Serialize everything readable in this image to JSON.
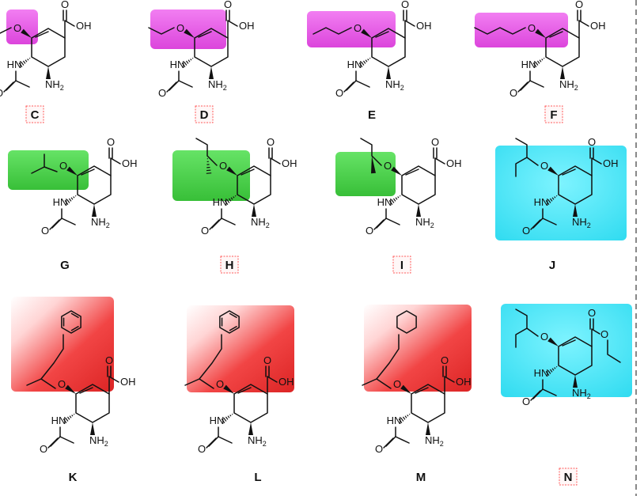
{
  "compounds": [
    {
      "label": "C",
      "boxed": true,
      "highlight": "magenta",
      "chain": "methoxy"
    },
    {
      "label": "D",
      "boxed": true,
      "highlight": "magenta",
      "chain": "ethoxy"
    },
    {
      "label": "E",
      "boxed": false,
      "highlight": "magenta",
      "chain": "propoxy"
    },
    {
      "label": "F",
      "boxed": true,
      "highlight": "magenta",
      "chain": "butoxy"
    },
    {
      "label": "G",
      "boxed": false,
      "highlight": "green",
      "chain": "isobutoxy"
    },
    {
      "label": "H",
      "boxed": true,
      "highlight": "green",
      "chain": "sec-butoxy-hashed"
    },
    {
      "label": "I",
      "boxed": true,
      "highlight": "green",
      "chain": "sec-butoxy-wedged"
    },
    {
      "label": "J",
      "boxed": false,
      "highlight": "cyan",
      "chain": "pentan-3-yloxy"
    },
    {
      "label": "K",
      "boxed": false,
      "highlight": "red",
      "chain": "phenylpropyl-propoxy"
    },
    {
      "label": "L",
      "boxed": false,
      "highlight": "red",
      "chain": "phenylpropyl-propoxy"
    },
    {
      "label": "M",
      "boxed": false,
      "highlight": "red",
      "chain": "cyclohexylpropyl-propoxy"
    },
    {
      "label": "N",
      "boxed": true,
      "highlight": "cyan",
      "chain": "pentan-3-yloxy-ethyl-ester"
    }
  ],
  "atoms": {
    "oxygen": "O",
    "hydroxyl": "OH",
    "amide_nh": "HN",
    "amine_n": "NH",
    "amine_sub": "2"
  },
  "colors": {
    "magenta": "#e83ee8",
    "green": "#33cc33",
    "cyan": "#22e0f0",
    "red": "#ee1111",
    "label_box_border": "#ff5a5a",
    "divider": "#888888"
  }
}
